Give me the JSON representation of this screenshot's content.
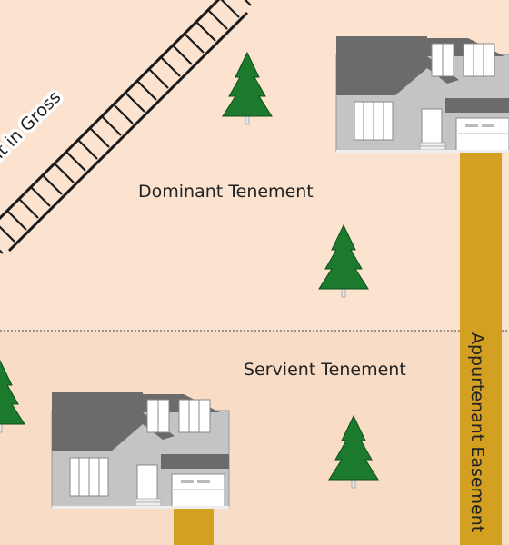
{
  "labels": {
    "dominant": "Dominant Tenement",
    "servient": "Servient Tenement",
    "appurtenant": "Appurtenant Easement",
    "in_gross": "Easement in Gross"
  },
  "colors": {
    "dominant_lot": "#fbe3cf",
    "servient_lot": "#f8dcc6",
    "easement_path": "#d4a021",
    "tree": "#1b7a2c",
    "house_wall": "#c4c4c4",
    "house_roof": "#6b6b6b"
  },
  "icons": [
    "house-icon",
    "tree-icon",
    "railroad-track-icon",
    "driveway-path"
  ]
}
